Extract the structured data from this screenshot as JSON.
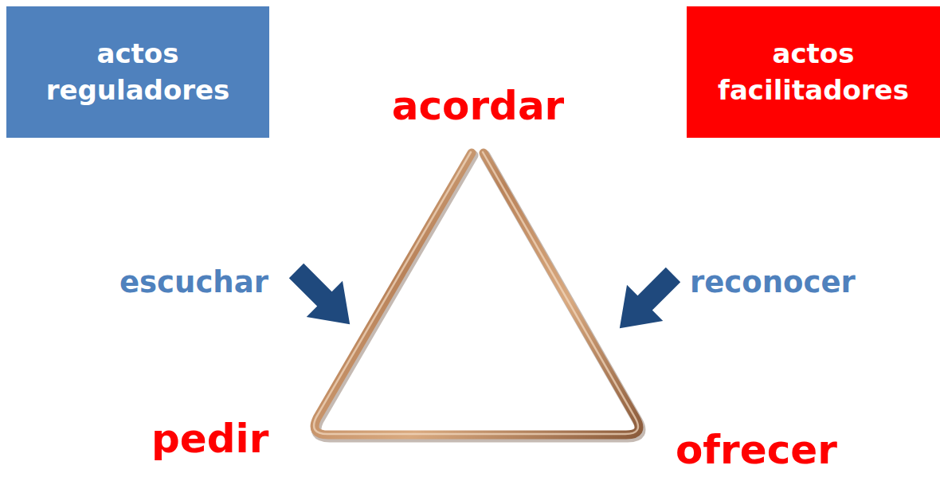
{
  "diagram": {
    "nodes": [
      {
        "text": [
          "actos reguladores"
        ]
      },
      {
        "text": [
          "actos facilitadores"
        ]
      }
    ],
    "labels": [
      "acordar",
      "escuchar",
      "reconocer",
      "pedir",
      "ofrecer"
    ]
  }
}
